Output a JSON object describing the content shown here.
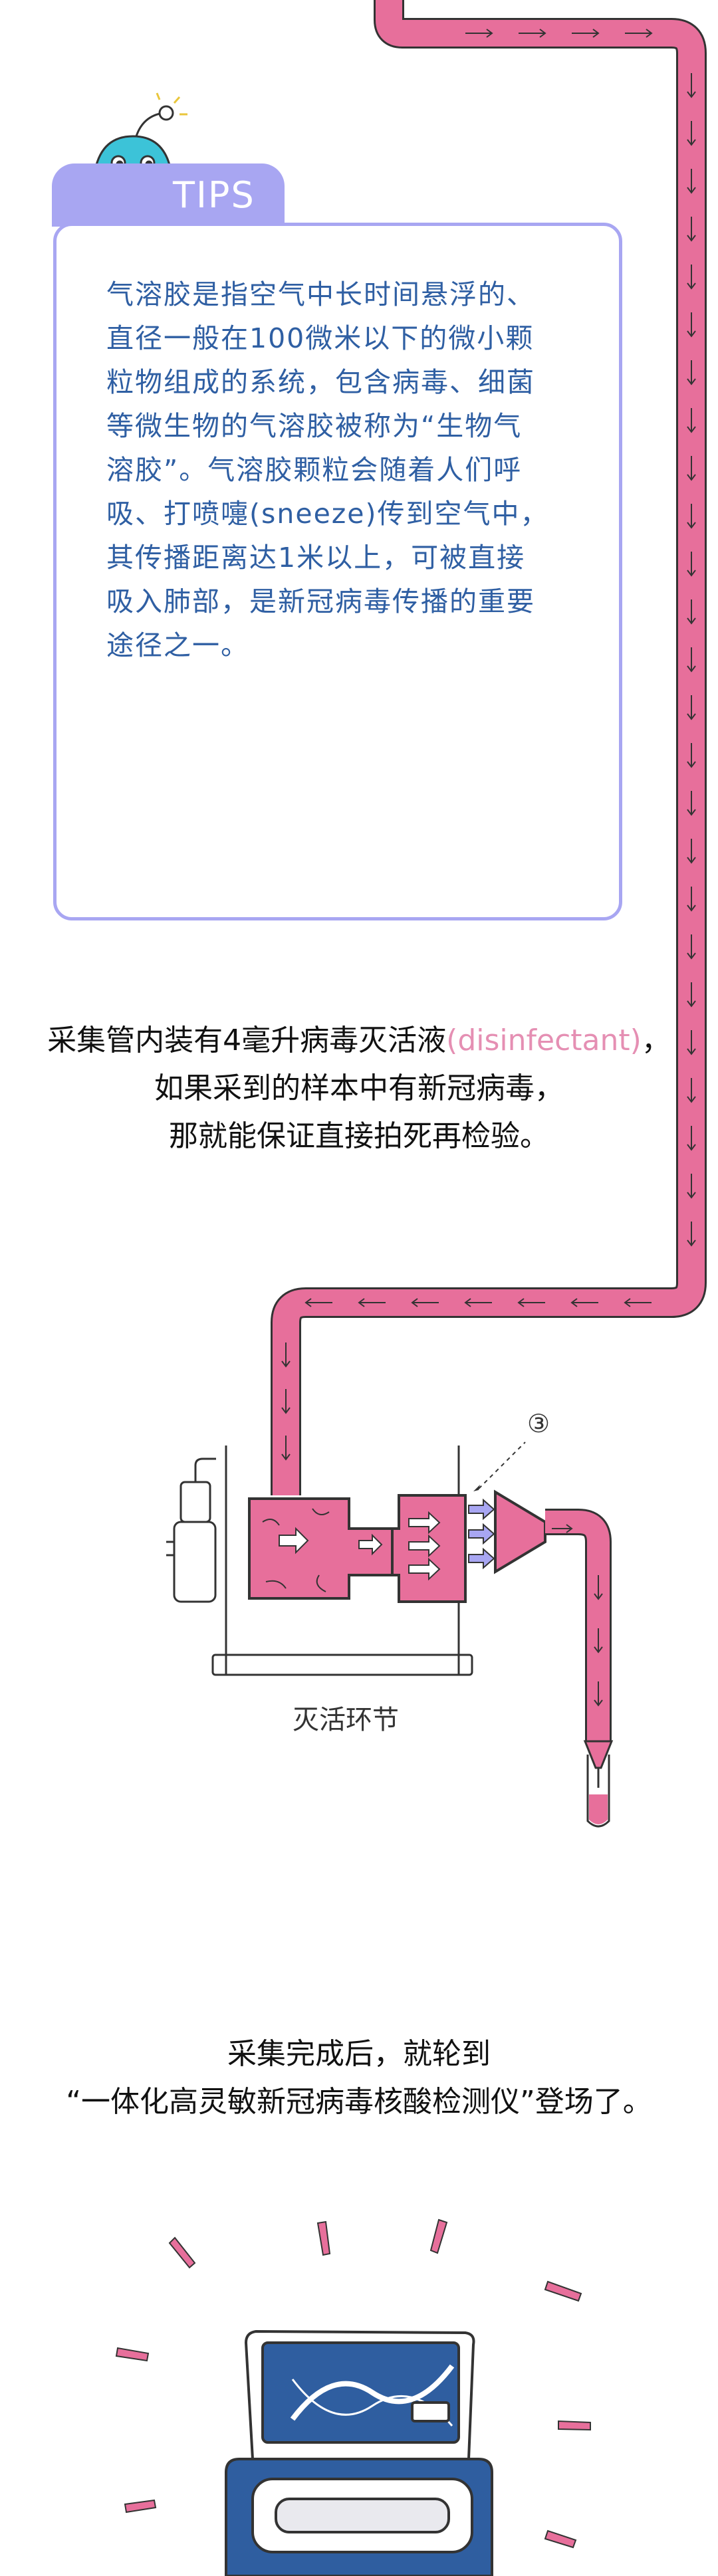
{
  "tips": {
    "title": "TIPS",
    "lines": [
      "气溶胶是指空气中长时间悬浮的、",
      "直径一般在100微米以下的微小颗",
      "粒物组成的系统，包含病毒、细菌",
      "等微生物的气溶胶被称为“生物气",
      "溶胶”。气溶胶颗粒会随着人们呼",
      "吸、打喷嚏(sneeze)传到空气中，",
      "其传播距离达1米以上，可被直接",
      "吸入肺部，是新冠病毒传播的重要",
      "途径之一。"
    ]
  },
  "caption1": {
    "line1_a": "采集管内装有4毫升病毒灭活液",
    "line1_term": "(disinfectant)",
    "line1_b": "，",
    "line2": "如果采到的样本中有新冠病毒，",
    "line3": "那就能保证直接拍死再检验。"
  },
  "diagram": {
    "step_marker": "③",
    "stage_label": "灭活环节"
  },
  "caption2": {
    "line1": "采集完成后，就轮到",
    "line2": "“一体化高灵敏新冠病毒核酸检测仪”登场了。"
  },
  "colors": {
    "pipe": "#e76f9b",
    "pipe_dark": "#333333",
    "tips": "#a8a6f2",
    "text_blue": "#2f5fa3",
    "accent_pink": "#e58fb3",
    "device_blue": "#2f5ea0"
  }
}
